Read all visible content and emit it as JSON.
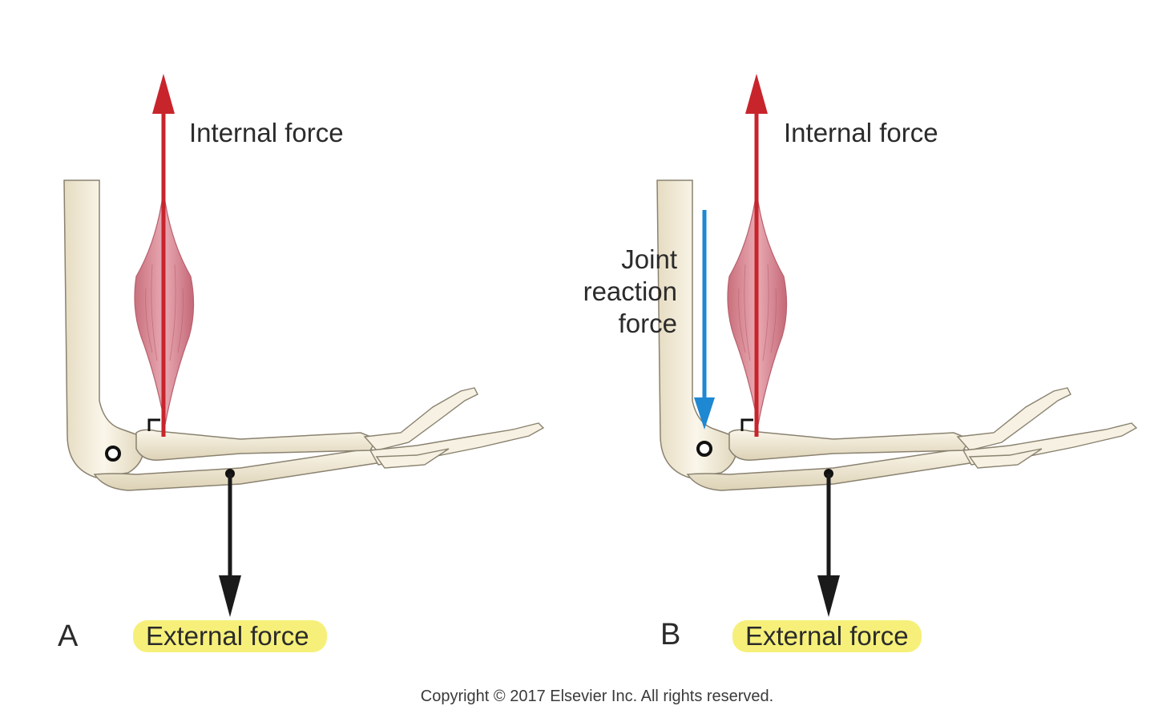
{
  "panels": [
    {
      "letter": "A",
      "internal_force_label": "Internal force",
      "external_force_label": "External force"
    },
    {
      "letter": "B",
      "internal_force_label": "Internal force",
      "joint_reaction_label": [
        "Joint",
        "reaction",
        "force"
      ],
      "external_force_label": "External force"
    }
  ],
  "copyright": "Copyright © 2017 Elsevier Inc. All rights reserved.",
  "colors": {
    "internal_force_arrow": "#c8242c",
    "joint_reaction_arrow": "#1e88d2",
    "external_force_arrow": "#1a1a1a",
    "muscle": "#d98a94",
    "bone": "#f1ead7",
    "bone_outline": "#8a8270",
    "highlight": "#f6f07a"
  }
}
